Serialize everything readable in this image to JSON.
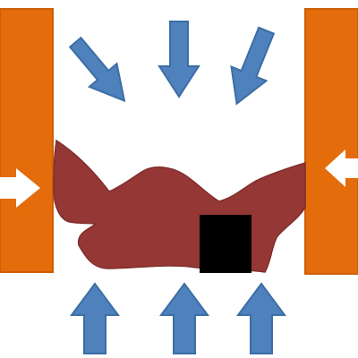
{
  "diagram": {
    "colors": {
      "background": "#ffffff",
      "wall": "#e46c0a",
      "wall_stroke": "#cd5f0a",
      "arrow": "#4f81bd",
      "arrow_stroke": "#3b6ea5",
      "side_arrow": "#ffffff",
      "body": "#953735",
      "body_stroke": "#7f2f2d",
      "block": "#000000"
    },
    "elements": {
      "left_wall": "wall",
      "right_wall": "wall",
      "left_arrow": "arrow-pointing-right",
      "right_arrow": "arrow-pointing-left",
      "top_arrows": [
        "arrow-down-right",
        "arrow-down",
        "arrow-down-left"
      ],
      "bottom_arrows": [
        "arrow-up",
        "arrow-up",
        "arrow-up"
      ],
      "body": "irregular-body",
      "block": "black-square"
    }
  }
}
